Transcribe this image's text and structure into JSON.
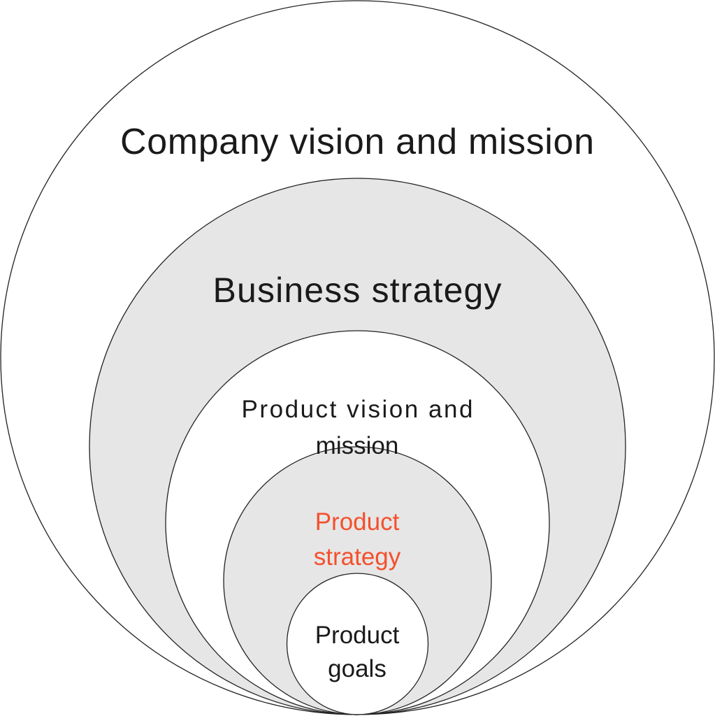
{
  "diagram": {
    "colors": {
      "ring_gray": "#e6e6e6",
      "ring_white": "#ffffff",
      "highlight": "#f4502d",
      "text": "#1a1a1a"
    },
    "levels": [
      {
        "lines": [
          "Company vision and mission"
        ]
      },
      {
        "lines": [
          "Business strategy"
        ]
      },
      {
        "lines": [
          "Product vision and",
          "mission"
        ]
      },
      {
        "lines": [
          "Product",
          "strategy"
        ],
        "highlighted": true
      },
      {
        "lines": [
          "Product",
          "goals"
        ]
      }
    ]
  }
}
